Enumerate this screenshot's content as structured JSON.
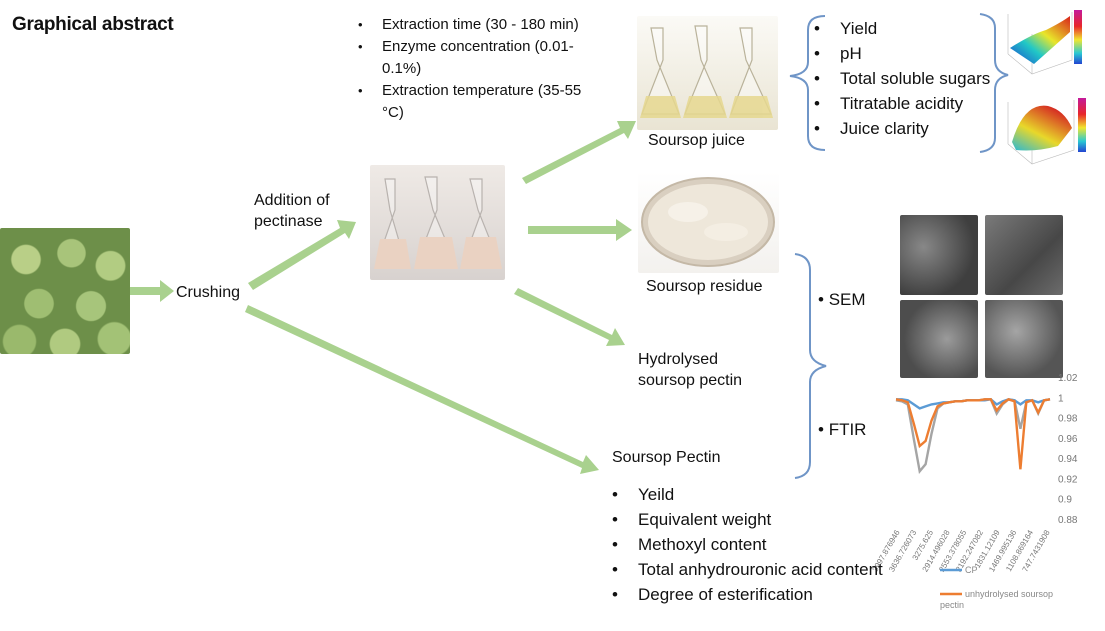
{
  "title": "Graphical abstract",
  "parameters": [
    "Extraction time (30 - 180 min)",
    "Enzyme concentration (0.01-0.1%)",
    "Extraction temperature (35-55 °C)"
  ],
  "labels": {
    "crushing": "Crushing",
    "addition": "Addition of pectinase",
    "juice": "Soursop  juice",
    "residue": "Soursop  residue",
    "hydrolysed": "Hydrolysed soursop pectin",
    "pectin": "Soursop Pectin"
  },
  "juice_properties": [
    "Yield",
    "pH",
    "Total soluble sugars",
    "Titratable acidity",
    "Juice clarity"
  ],
  "pectin_properties": [
    "Yeild",
    "Equivalent weight",
    "Methoxyl content",
    "Total anhydrouronic acid content",
    "Degree of esterification"
  ],
  "analysis": {
    "sem": "SEM",
    "ftir": "FTIR"
  },
  "colors": {
    "arrow": "#a9d18e",
    "brace": "#6f95c7",
    "series_cp": "#5b9bd5",
    "series_unhydrolysed": "#ed7d31",
    "series_grey": "#a5a5a5"
  },
  "chart_data": {
    "type": "line",
    "title": "",
    "xlabel": "",
    "ylabel": "",
    "ylim": [
      0.88,
      1.02
    ],
    "yticks": [
      "1.02",
      "1",
      "0.98",
      "0.96",
      "0.94",
      "0.92",
      "0.9",
      "0.88"
    ],
    "xticks": [
      "3997.876946",
      "3636.726073",
      "3275.625",
      "2914.496028",
      "2553.378055",
      "2192.247082",
      "1831.12109",
      "1469.995136",
      "1108.869164",
      "747.7431908"
    ],
    "legend": [
      "CP",
      "unhydrolysed soursop pectin"
    ],
    "series": [
      {
        "name": "",
        "color": "grey",
        "values": [
          0.998,
          0.997,
          0.994,
          0.96,
          0.928,
          0.935,
          0.965,
          0.99,
          0.995,
          0.996,
          0.997,
          0.997,
          0.998,
          0.998,
          0.998,
          0.999,
          0.999,
          0.985,
          0.994,
          0.999,
          0.998,
          0.97,
          0.996,
          0.998,
          0.985,
          0.998,
          0.999
        ]
      },
      {
        "name": "CP",
        "color": "blue",
        "values": [
          0.999,
          0.999,
          0.998,
          0.994,
          0.99,
          0.992,
          0.994,
          0.995,
          0.996,
          0.996,
          0.997,
          0.997,
          0.998,
          0.998,
          0.998,
          0.998,
          0.999,
          0.994,
          0.997,
          0.999,
          0.998,
          0.994,
          0.998,
          0.998,
          0.996,
          0.998,
          0.999
        ]
      },
      {
        "name": "unhydrolysed soursop pectin",
        "color": "orange",
        "values": [
          0.999,
          0.998,
          0.996,
          0.975,
          0.953,
          0.958,
          0.978,
          0.992,
          0.995,
          0.996,
          0.997,
          0.997,
          0.998,
          0.998,
          0.998,
          0.999,
          0.999,
          0.988,
          0.995,
          0.999,
          0.997,
          0.93,
          0.996,
          0.998,
          0.986,
          0.998,
          0.999
        ]
      }
    ]
  }
}
